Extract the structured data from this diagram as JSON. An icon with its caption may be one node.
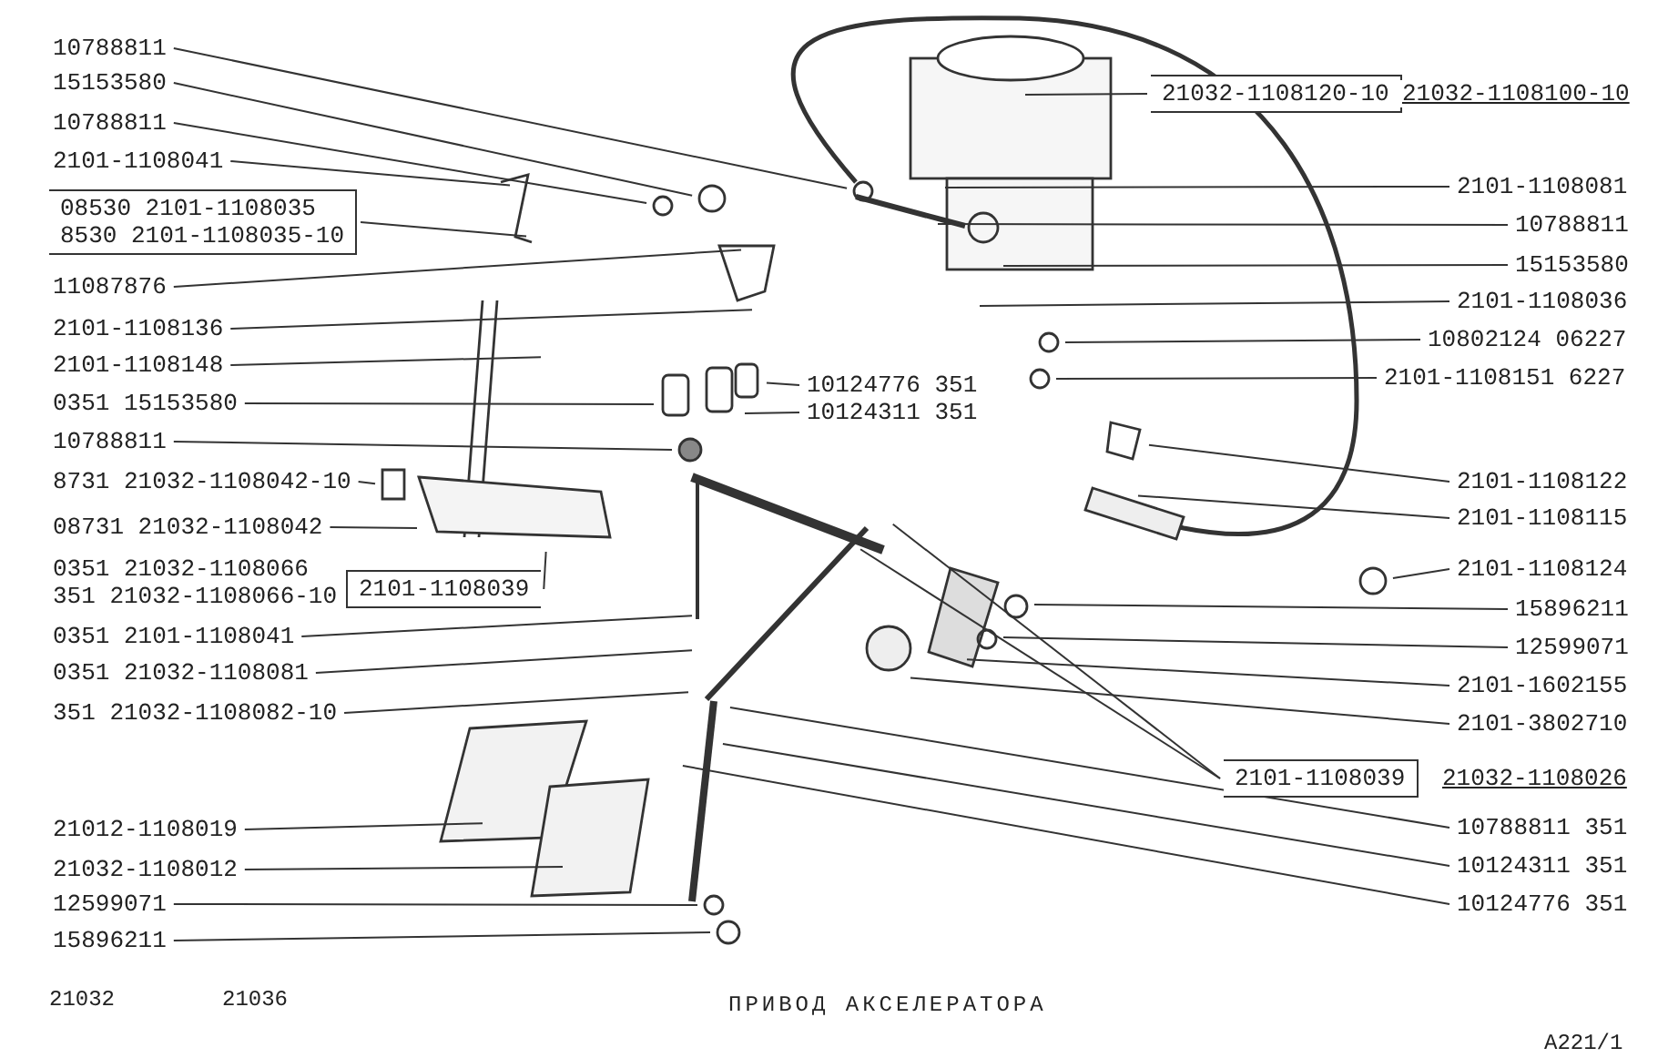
{
  "diagram": {
    "title": "ПРИВОД АКСЕЛЕРАТОРА",
    "nodes": [
      {
        "text": [
          "10788811"
        ]
      },
      {
        "text": [
          "15153580"
        ]
      },
      {
        "text": [
          "10788811"
        ]
      },
      {
        "text": [
          "2101-1108041"
        ]
      },
      {
        "text": [
          "08530 2101-1108035",
          "8530 2101-1108035-10"
        ]
      },
      {
        "text": [
          "11087876"
        ]
      },
      {
        "text": [
          "2101-1108136"
        ]
      },
      {
        "text": [
          "2101-1108148"
        ]
      },
      {
        "text": [
          "0351 15153580"
        ]
      },
      {
        "text": [
          "10788811"
        ]
      },
      {
        "text": [
          "8731 21032-1108042-10"
        ]
      },
      {
        "text": [
          "08731 21032-1108042"
        ]
      },
      {
        "text": [
          "0351 21032-1108066",
          "351 21032-1108066-10"
        ]
      },
      {
        "text": [
          "2101-1108039"
        ]
      },
      {
        "text": [
          "0351 2101-1108041"
        ]
      },
      {
        "text": [
          "0351 21032-1108081"
        ]
      },
      {
        "text": [
          "351 21032-1108082-10"
        ]
      },
      {
        "text": [
          "21012-1108019"
        ]
      },
      {
        "text": [
          "21032-1108012"
        ]
      },
      {
        "text": [
          "12599071"
        ]
      },
      {
        "text": [
          "15896211"
        ]
      },
      {
        "text": [
          "10124776 351"
        ]
      },
      {
        "text": [
          "10124311 351"
        ]
      },
      {
        "text": [
          "21032-1108120-10"
        ]
      },
      {
        "text": [
          "21032-1108100-10"
        ]
      },
      {
        "text": [
          "2101-1108081"
        ]
      },
      {
        "text": [
          "10788811"
        ]
      },
      {
        "text": [
          "15153580"
        ]
      },
      {
        "text": [
          "2101-1108036"
        ]
      },
      {
        "text": [
          "10802124 06227"
        ]
      },
      {
        "text": [
          "2101-1108151 6227"
        ]
      },
      {
        "text": [
          "2101-1108122"
        ]
      },
      {
        "text": [
          "2101-1108115"
        ]
      },
      {
        "text": [
          "2101-1108124"
        ]
      },
      {
        "text": [
          "15896211"
        ]
      },
      {
        "text": [
          "12599071"
        ]
      },
      {
        "text": [
          "2101-1602155"
        ]
      },
      {
        "text": [
          "2101-3802710"
        ]
      },
      {
        "text": [
          "2101-1108039"
        ]
      },
      {
        "text": [
          "21032-1108026"
        ]
      },
      {
        "text": [
          "10788811 351"
        ]
      },
      {
        "text": [
          "10124311 351"
        ]
      },
      {
        "text": [
          "10124776 351"
        ]
      }
    ],
    "edges": [
      {
        "from": 0,
        "to": null,
        "arrow": "none"
      },
      {
        "from": 1,
        "to": null,
        "arrow": "none"
      },
      {
        "from": 2,
        "to": null,
        "arrow": "none"
      },
      {
        "from": 3,
        "to": null,
        "arrow": "none"
      },
      {
        "from": 4,
        "to": null,
        "arrow": "none"
      },
      {
        "from": 5,
        "to": null,
        "arrow": "none"
      },
      {
        "from": 6,
        "to": null,
        "arrow": "none"
      },
      {
        "from": 7,
        "to": null,
        "arrow": "none"
      },
      {
        "from": 8,
        "to": null,
        "arrow": "none"
      },
      {
        "from": 9,
        "to": null,
        "arrow": "none"
      },
      {
        "from": 10,
        "to": null,
        "arrow": "none"
      },
      {
        "from": 11,
        "to": null,
        "arrow": "none"
      },
      {
        "from": 13,
        "to": null,
        "arrow": "none"
      },
      {
        "from": 14,
        "to": null,
        "arrow": "none"
      },
      {
        "from": 15,
        "to": null,
        "arrow": "none"
      },
      {
        "from": 16,
        "to": null,
        "arrow": "none"
      },
      {
        "from": 17,
        "to": null,
        "arrow": "none"
      },
      {
        "from": 18,
        "to": null,
        "arrow": "none"
      },
      {
        "from": 19,
        "to": null,
        "arrow": "none"
      },
      {
        "from": 20,
        "to": null,
        "arrow": "none"
      },
      {
        "from": 21,
        "to": null,
        "arrow": "none"
      },
      {
        "from": 22,
        "to": null,
        "arrow": "none"
      },
      {
        "from": 23,
        "to": null,
        "arrow": "none"
      },
      {
        "from": 25,
        "to": null,
        "arrow": "none"
      },
      {
        "from": 26,
        "to": null,
        "arrow": "none"
      },
      {
        "from": 27,
        "to": null,
        "arrow": "none"
      },
      {
        "from": 28,
        "to": null,
        "arrow": "none"
      },
      {
        "from": 29,
        "to": null,
        "arrow": "none"
      },
      {
        "from": 30,
        "to": null,
        "arrow": "none"
      },
      {
        "from": 31,
        "to": null,
        "arrow": "none"
      },
      {
        "from": 32,
        "to": null,
        "arrow": "none"
      },
      {
        "from": 33,
        "to": null,
        "arrow": "none"
      },
      {
        "from": 34,
        "to": null,
        "arrow": "none"
      },
      {
        "from": 35,
        "to": null,
        "arrow": "none"
      },
      {
        "from": 36,
        "to": null,
        "arrow": "none"
      },
      {
        "from": 37,
        "to": null,
        "arrow": "none"
      },
      {
        "from": 38,
        "to": null,
        "arrow": "none"
      },
      {
        "from": 38,
        "to": null,
        "arrow": "none"
      },
      {
        "from": 40,
        "to": null,
        "arrow": "none"
      },
      {
        "from": 41,
        "to": null,
        "arrow": "none"
      },
      {
        "from": 42,
        "to": null,
        "arrow": "none"
      }
    ],
    "labels": [
      "21032",
      "21036",
      "A221/1"
    ]
  }
}
